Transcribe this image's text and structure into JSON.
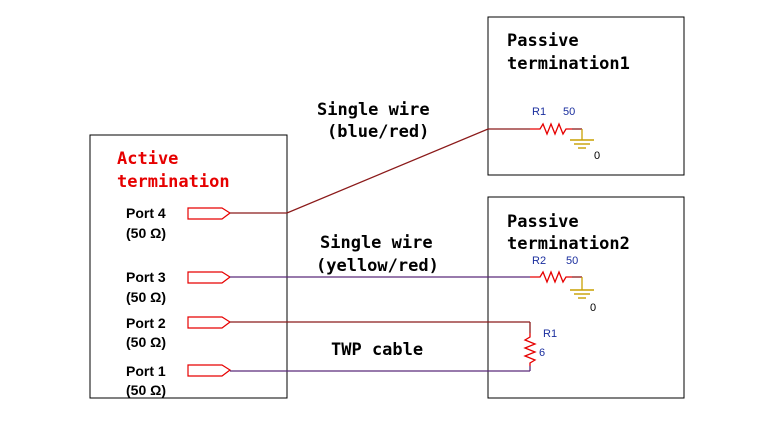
{
  "active_box": {
    "title_line1": "Active",
    "title_line2": "termination",
    "ports": [
      {
        "name": "Port 4",
        "impedance": "(50 Ω)"
      },
      {
        "name": "Port 3",
        "impedance": "(50 Ω)"
      },
      {
        "name": "Port 2",
        "impedance": "(50 Ω)"
      },
      {
        "name": "Port 1",
        "impedance": "(50 Ω)"
      }
    ]
  },
  "passive1": {
    "title_line1": "Passive",
    "title_line2": "termination1",
    "resistor_ref": "R1",
    "resistor_value": "50",
    "ground_label": "0"
  },
  "passive2": {
    "title_line1": "Passive",
    "title_line2": "termination2",
    "resistor_ref": "R2",
    "resistor_value": "50",
    "ground_label": "0",
    "twp_resistor_ref": "R1",
    "twp_resistor_value": "6"
  },
  "connections": {
    "wire1_line1": "Single wire",
    "wire1_line2": "(blue/red)",
    "wire2_line1": "Single wire",
    "wire2_line2": "(yellow/red)",
    "twp_label": "TWP cable"
  },
  "colors": {
    "active_title": "#e60000",
    "wire_port4": "#8b1a1a",
    "wire_port3": "#5a2a7a",
    "wire_port2": "#8b1a1a",
    "wire_port1": "#5a2a7a",
    "resistor": "#e60000",
    "ground": "#c8a000",
    "component_label": "#1a2e9e"
  }
}
